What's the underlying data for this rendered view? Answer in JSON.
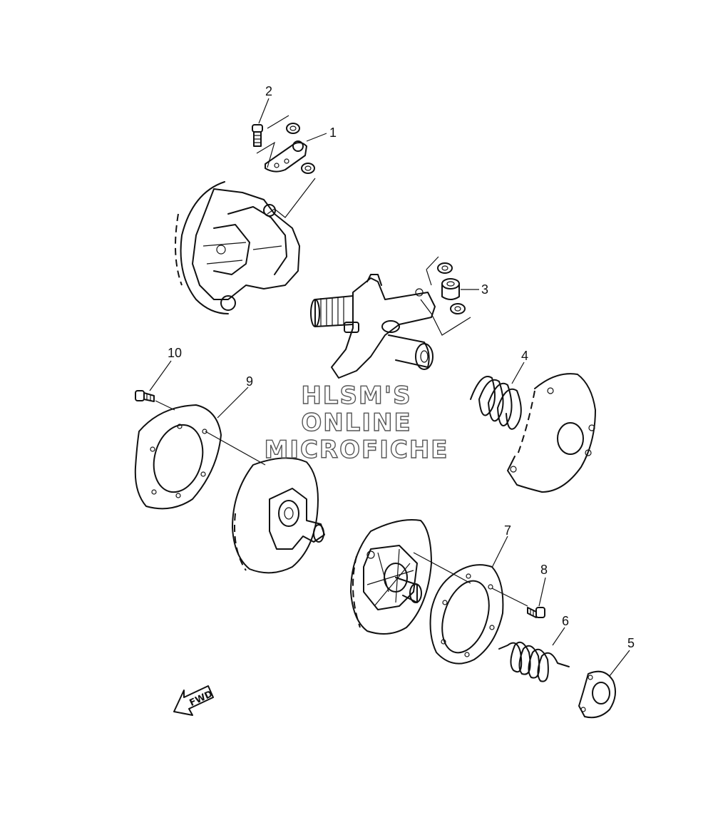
{
  "callouts": {
    "c1": "1",
    "c2": "2",
    "c3": "3",
    "c4": "4",
    "c5": "5",
    "c6": "6",
    "c7": "7",
    "c8": "8",
    "c9": "9",
    "c10": "10"
  },
  "watermark": {
    "line1": "HLSM'S",
    "line2": "ONLINE",
    "line3": "MICROFICHE"
  },
  "fwd_label": "FWD",
  "colors": {
    "ink": "#111111",
    "watermark_outline": "#555555",
    "background": "#ffffff"
  }
}
